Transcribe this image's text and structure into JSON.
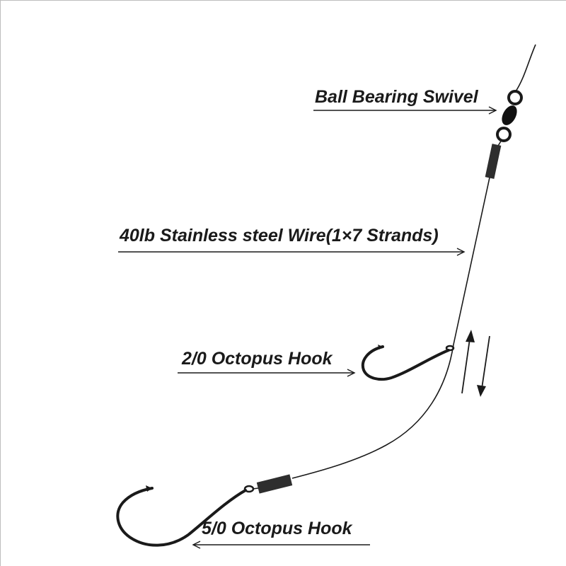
{
  "labels": {
    "swivel": "Ball Bearing Swivel",
    "wire": "40lb Stainless steel Wire(1×7 Strands)",
    "hook_small": "2/0 Octopus Hook",
    "hook_large": "5/0 Octopus Hook"
  },
  "colors": {
    "line": "#1a1a1a",
    "sleeve": "#2e2e2e",
    "frame": "#bdbdbd"
  },
  "icons": [
    "swivel-icon",
    "crimp-sleeve-icon",
    "hook-icon",
    "slide-arrows-icon"
  ]
}
